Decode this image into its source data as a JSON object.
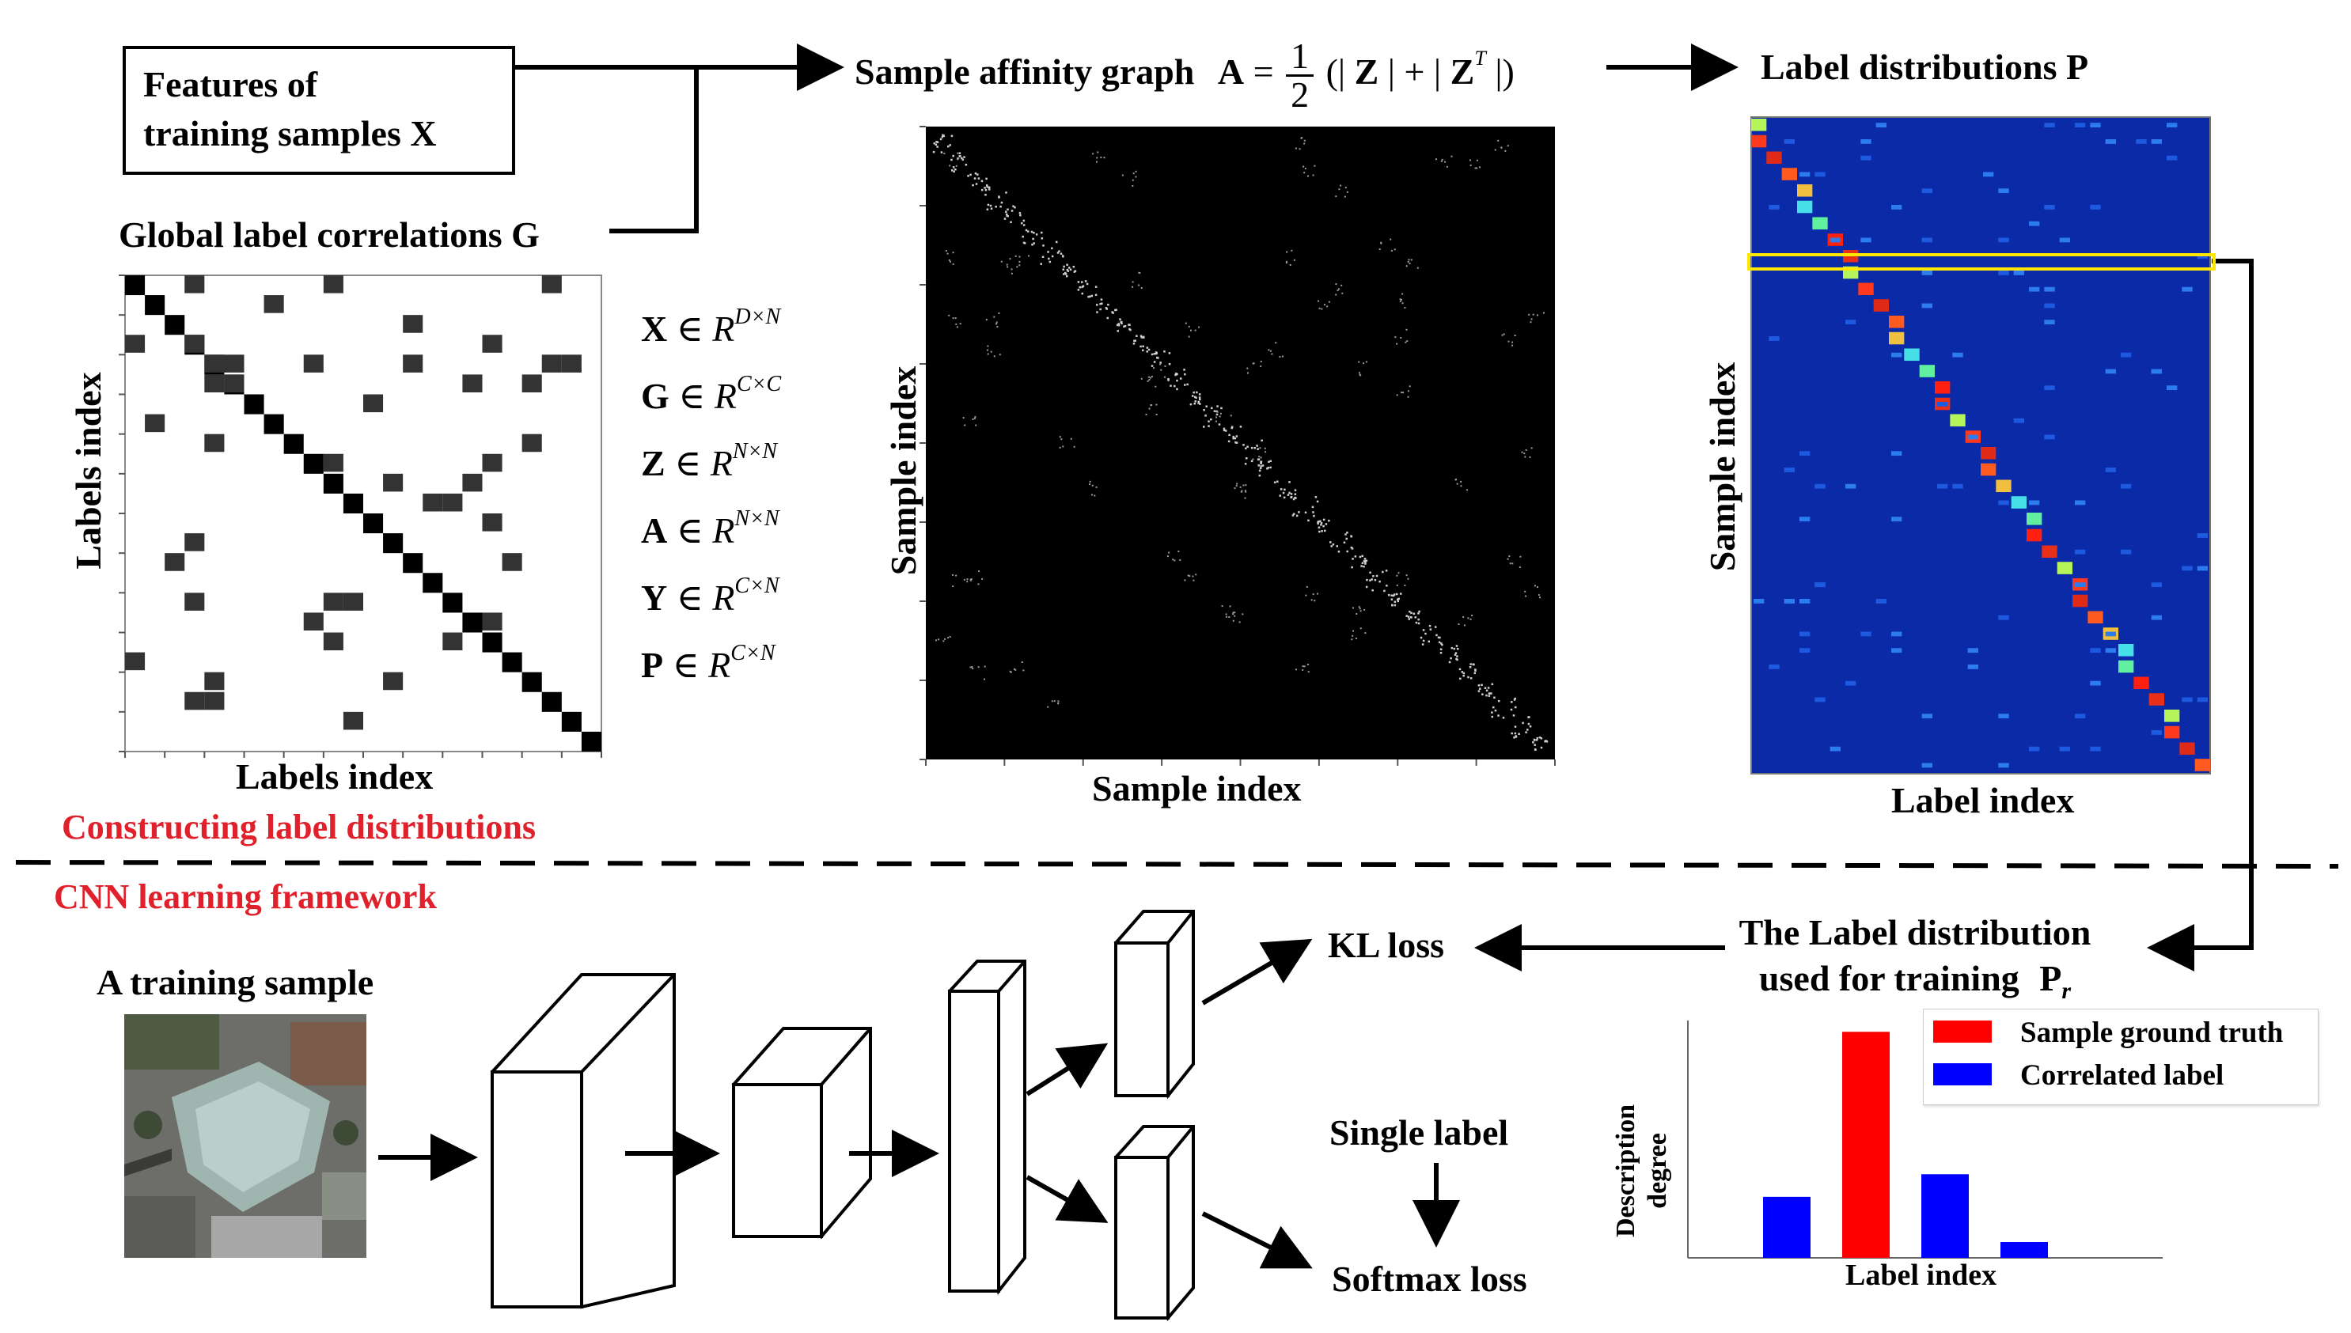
{
  "features_box": {
    "line1": "Features of",
    "line2": "training samples X"
  },
  "global_label": "Global label correlations G",
  "affinity": {
    "title": "Sample affinity graph",
    "A": "A",
    "eq": "=",
    "frac_num": "1",
    "frac_den": "2",
    "formula_open": "(|",
    "Z": "Z",
    "mid": "| + |",
    "ZT": "Z",
    "T": "T",
    "formula_close": "|)"
  },
  "label_dist_title": "Label distributions P",
  "left_matrix": {
    "xlabel": "Labels index",
    "ylabel": "Labels index"
  },
  "mid_matrix": {
    "xlabel": "Sample index",
    "ylabel": "Sample index"
  },
  "right_matrix": {
    "xlabel": "Label index",
    "ylabel": "Sample index"
  },
  "variables": [
    {
      "sym": "X",
      "in": " ∈ R",
      "dim": "D×N"
    },
    {
      "sym": "G",
      "in": " ∈ R",
      "dim": "C×C"
    },
    {
      "sym": "Z",
      "in": " ∈ R",
      "dim": "N×N"
    },
    {
      "sym": "A",
      "in": " ∈ R",
      "dim": "N×N"
    },
    {
      "sym": "Y",
      "in": " ∈ R",
      "dim": "C×N"
    },
    {
      "sym": "P",
      "in": " ∈ R",
      "dim": "C×N"
    }
  ],
  "section_top": "Constructing label distributions",
  "section_bottom": "CNN learning framework",
  "training_sample": "A training sample",
  "kl_loss": "KL loss",
  "single_label": "Single label",
  "softmax_loss": "Softmax loss",
  "label_dist_train": {
    "line1": "The Label distribution",
    "line2": "used for training",
    "P": "P",
    "sub": "r"
  },
  "colors": {
    "red": "#e0202a",
    "truth": "#ff0000",
    "correlated": "#0000ff",
    "heatmap_bg": "#0a2aa8"
  },
  "chart_data": {
    "type": "bar",
    "categories": [
      "",
      "",
      "",
      ""
    ],
    "series": [
      {
        "name": "Sample ground truth",
        "color": "#ff0000",
        "values": [
          0,
          1.0,
          0,
          0
        ]
      },
      {
        "name": "Correlated label",
        "color": "#0000ff",
        "values": [
          0.27,
          0,
          0.37,
          0.07
        ]
      }
    ],
    "xlabel": "Label index",
    "ylabel": "Description degree",
    "ylabel_line1": "Description",
    "ylabel_line2": "degree",
    "ylim": [
      0,
      1.05
    ],
    "legend": "top-right",
    "grid": false
  }
}
